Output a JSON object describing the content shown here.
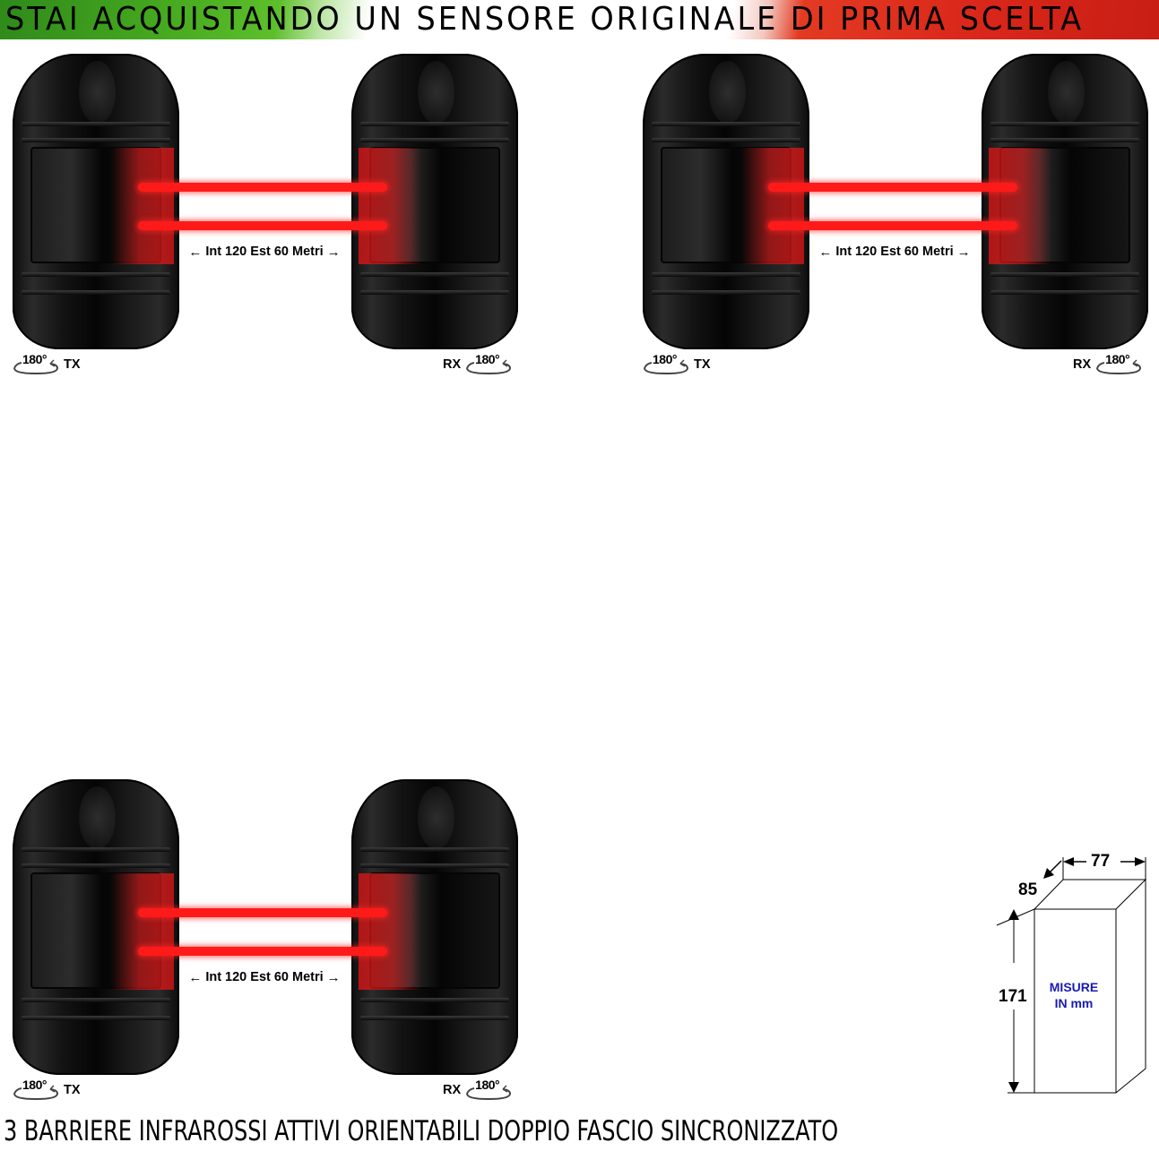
{
  "banner": {
    "title": "STAI ACQUISTANDO UN SENSORE ORIGINALE DI PRIMA SCELTA",
    "colors": {
      "green": "#45a81f",
      "white": "#ffffff",
      "red": "#d9261a"
    }
  },
  "pairs": [
    {
      "id": "pair-1",
      "distance_label": "Int 120 Est 60 Metri",
      "tx": {
        "label": "TX",
        "rotation": "180°"
      },
      "rx": {
        "label": "RX",
        "rotation": "180°"
      }
    },
    {
      "id": "pair-2",
      "distance_label": "Int 120 Est 60 Metri",
      "tx": {
        "label": "TX",
        "rotation": "180°"
      },
      "rx": {
        "label": "RX",
        "rotation": "180°"
      }
    },
    {
      "id": "pair-3",
      "distance_label": "Int 120 Est 60 Metri",
      "tx": {
        "label": "TX",
        "rotation": "180°"
      },
      "rx": {
        "label": "RX",
        "rotation": "180°"
      }
    }
  ],
  "dimensions": {
    "width": "77",
    "depth": "85",
    "height": "171",
    "note_line1": "MISURE",
    "note_line2": "IN mm",
    "note_color": "#1a1ab4"
  },
  "caption": "3 BARRIERE INFRAROSSI ATTIVI ORIENTABILI DOPPIO FASCIO SINCRONIZZATO",
  "beam_color": "#ff1a1a"
}
